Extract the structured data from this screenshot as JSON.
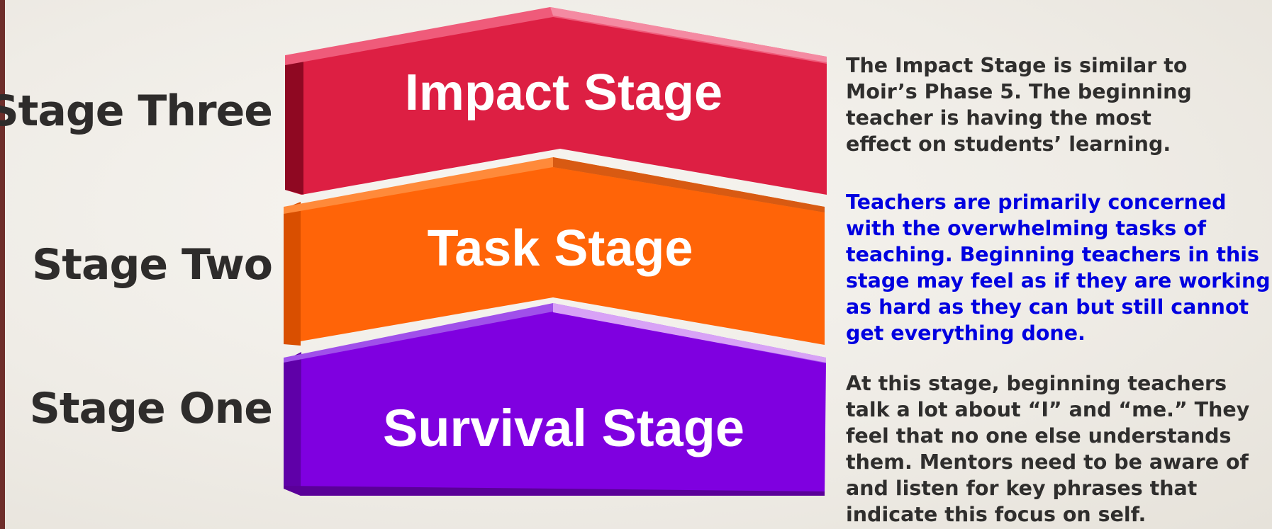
{
  "stages": [
    {
      "side_label": "Stage Three",
      "title": "Impact Stage",
      "color": "#dd1f43",
      "description": [
        "The Impact Stage is similar to",
        "Moir’s Phase 5.  The beginning",
        "teacher is having the most",
        "effect on students’ learning."
      ]
    },
    {
      "side_label": "Stage Two",
      "title": "Task Stage",
      "color": "#ff6408",
      "description": [
        "Teachers are primarily concerned",
        "with the overwhelming tasks of",
        "teaching. Beginning teachers in this",
        "stage may feel as if they are working",
        "as hard as they can but still cannot",
        "get everything done."
      ]
    },
    {
      "side_label": "Stage One",
      "title": "Survival Stage",
      "color": "#7f00e0",
      "description": [
        "At this stage, beginning teachers",
        "talk a lot about “I” and “me.” They",
        "feel that no one else understands",
        "them. Mentors need to be aware of",
        "and listen for key phrases that",
        "indicate this focus on self."
      ]
    }
  ]
}
